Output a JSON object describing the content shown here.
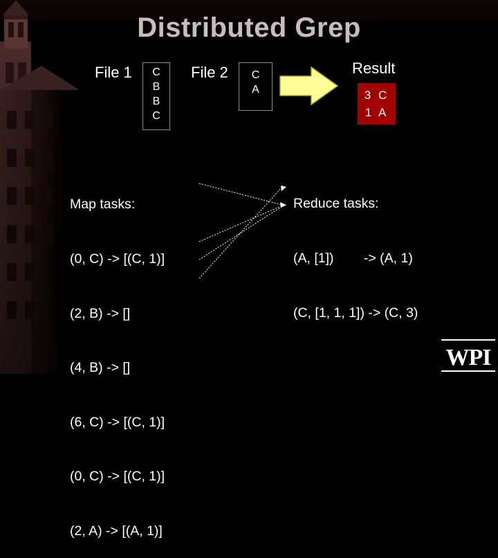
{
  "slide": {
    "title": "Distributed Grep",
    "file1": {
      "label": "File 1",
      "contents": [
        "C",
        "B",
        "B",
        "C"
      ]
    },
    "file2": {
      "label": "File 2",
      "contents": [
        "C",
        "A"
      ]
    },
    "result": {
      "label": "Result",
      "contents": [
        "3 C",
        "1 A"
      ]
    },
    "map": {
      "heading": "Map tasks:",
      "rows": [
        "(0, C) -> [(C, 1)]",
        "(2, B) -> []",
        "(4, B) -> []",
        "(6, C) -> [(C, 1)]",
        "(0, C) -> [(C, 1)]",
        "(2, A) -> [(A, 1)]"
      ]
    },
    "reduce": {
      "heading": "Reduce tasks:",
      "rows": [
        "(A, [1])        -> (A, 1)",
        "(C, [1, 1, 1]) -> (C, 3)"
      ]
    },
    "logo_text": "WPI"
  },
  "colors": {
    "background": "#000000",
    "title": "#c9bcbc",
    "arrow_fill": "#ffff99",
    "arrow_stroke": "#b3b300",
    "result_box": "#a30000"
  }
}
